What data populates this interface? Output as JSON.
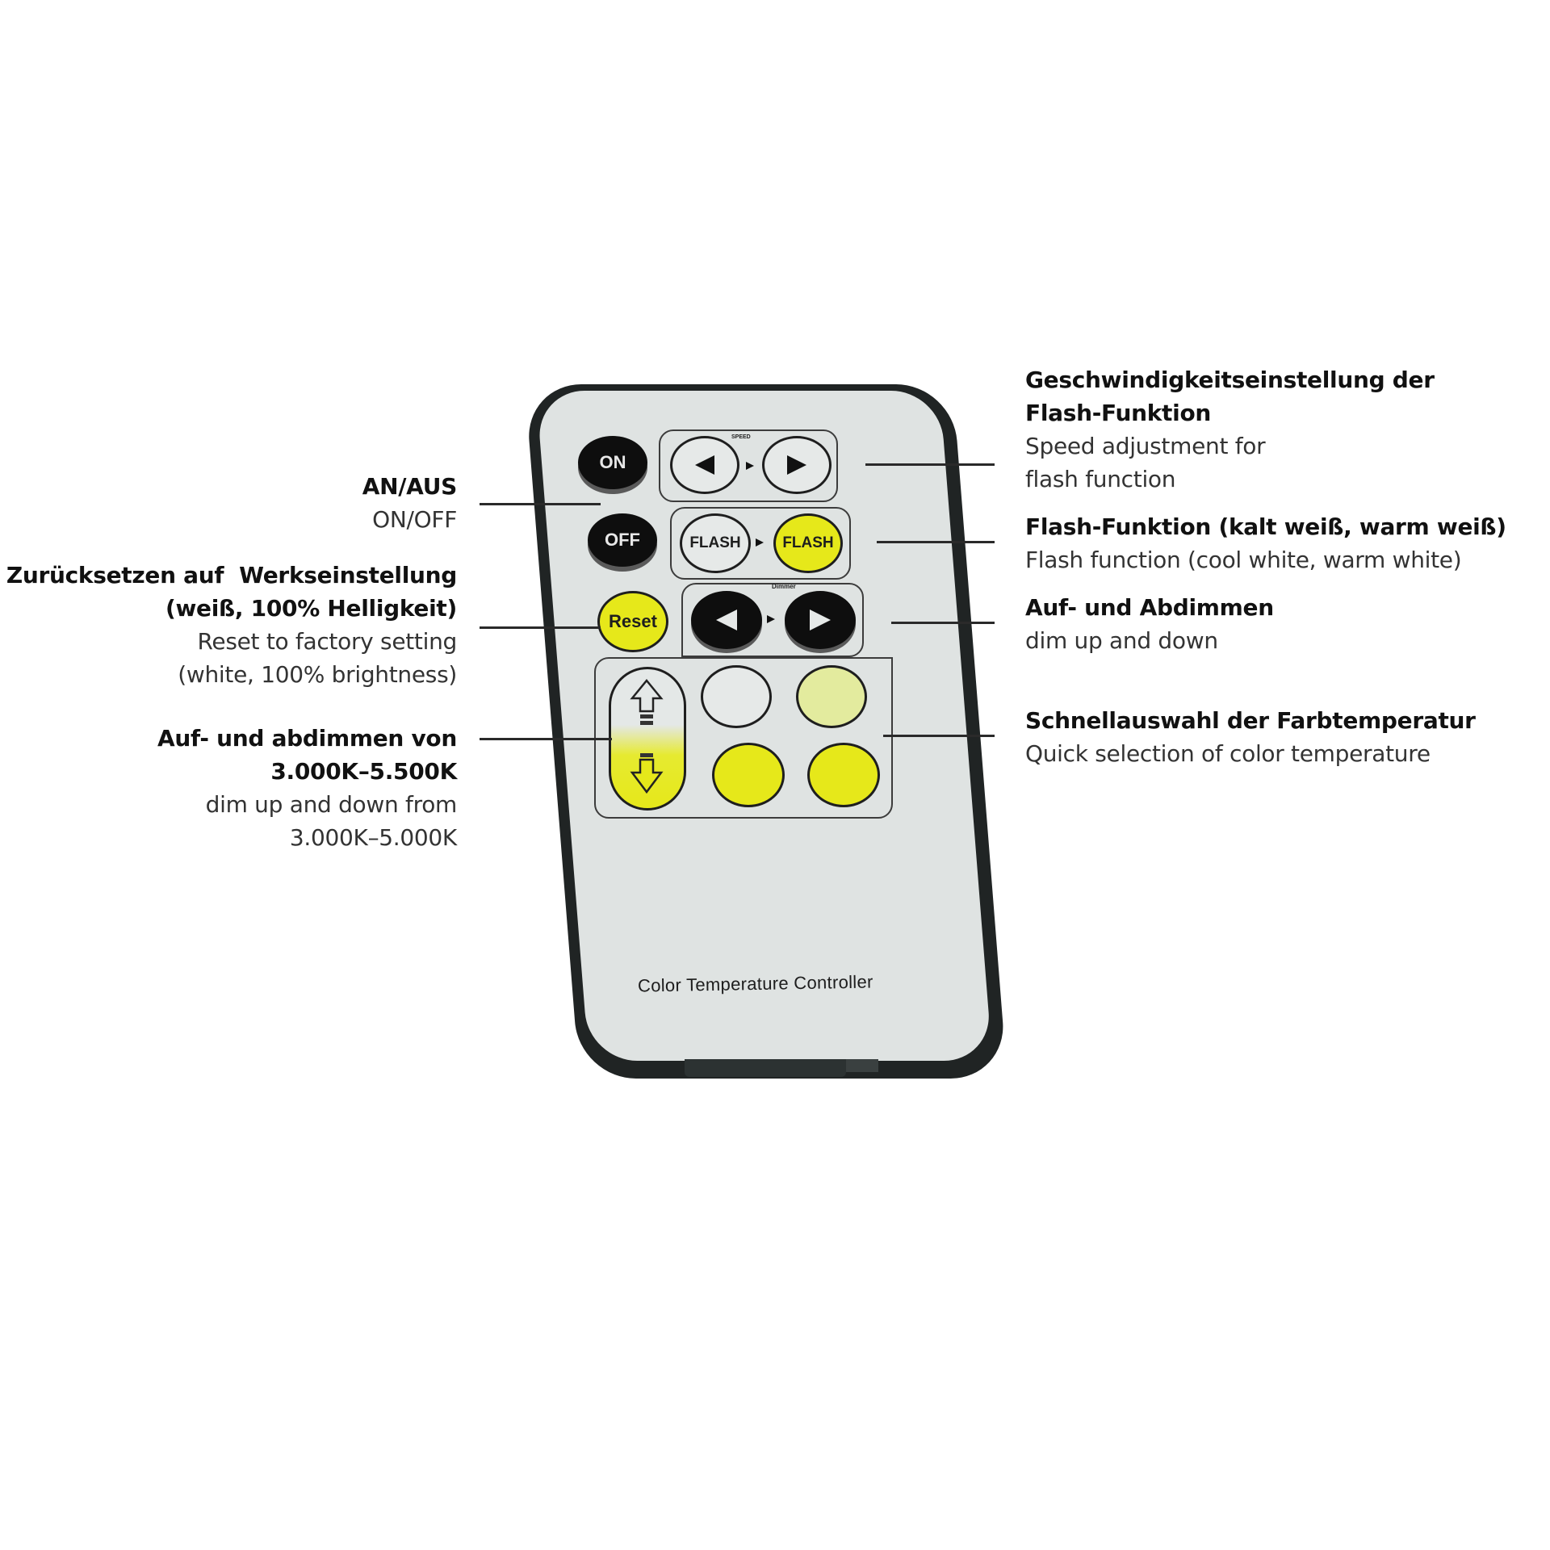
{
  "remote": {
    "product_name": "Color Temperature Controller",
    "buttons": {
      "on": "ON",
      "off": "OFF",
      "reset": "Reset",
      "flash_cool": "FLASH",
      "flash_warm": "FLASH",
      "speed_label": "SPEED",
      "dimmer_label": "Dimmer"
    },
    "colors": {
      "casing": "#202424",
      "face": "#dfe3e2",
      "yellow": "#e6e81a",
      "pale_yellow": "#e3eb9e",
      "black_button": "#0e0e0e"
    }
  },
  "callouts": {
    "left": [
      {
        "de": "AN/AUS",
        "en": "ON/OFF"
      },
      {
        "de": "Zurücksetzen auf  Werkseinstellung",
        "de2": "(weiß, 100% Helligkeit)",
        "en": "Reset to factory setting",
        "en2": "(white, 100% brightness)"
      },
      {
        "de": "Auf- und abdimmen von",
        "de2": "3.000K–5.500K",
        "en": "dim up and down from",
        "en2": "3.000K–5.000K"
      }
    ],
    "right": [
      {
        "de": "Geschwindigkeitseinstellung der",
        "de2": "Flash-Funktion",
        "en": "Speed adjustment for",
        "en2": "flash function"
      },
      {
        "de": "Flash-Funktion (kalt weiß, warm weiß)",
        "en": "Flash function (cool white, warm white)"
      },
      {
        "de": "Auf- und Abdimmen",
        "en": "dim up and down"
      },
      {
        "de": "Schnellauswahl der Farbtemperatur",
        "en": "Quick selection of color temperature"
      }
    ]
  }
}
